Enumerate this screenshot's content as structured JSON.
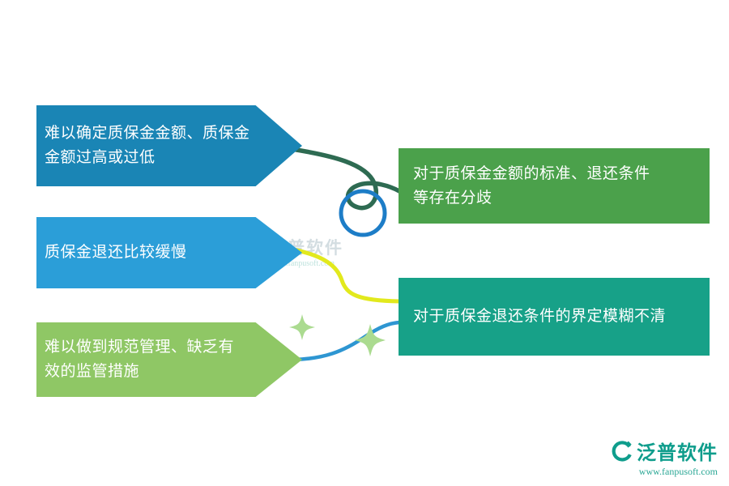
{
  "diagram": {
    "left_items": [
      {
        "label": "难以确定质保金金额、质保金金额过高或过低",
        "color": "#1a85b5"
      },
      {
        "label": "质保金退还比较缓慢",
        "color": "#2b9ed8"
      },
      {
        "label": "难以做到规范管理、缺乏有效的监管措施",
        "color": "#8fc765"
      }
    ],
    "right_items": [
      {
        "label": "对于质保金金额的标准、退还条件等存在分歧",
        "color": "#4ba14b"
      },
      {
        "label": "对于质保金退还条件的界定模糊不清",
        "color": "#17a188"
      }
    ],
    "connector_colors": {
      "dark_green": "#2e6b52",
      "blue_ring": "#1d7dc7",
      "yellow": "#e2e91d",
      "light_blue": "#2e96d2"
    },
    "sparkle_color": "#abdb90"
  },
  "watermark": {
    "brand": "泛普软件",
    "url": "www.fanpusoft.com"
  },
  "footer": {
    "brand": "泛普软件",
    "url": "www.fanpusoft.com"
  }
}
